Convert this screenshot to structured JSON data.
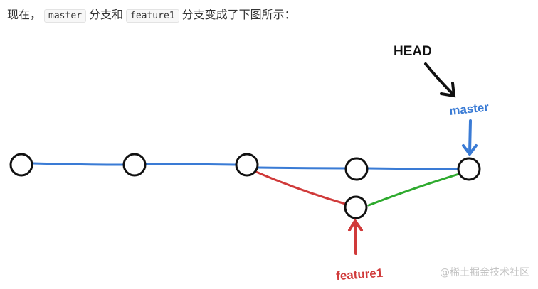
{
  "caption": {
    "prefix": "现在，",
    "code_master": "master",
    "middle": "分支和",
    "code_feature": "feature1",
    "suffix": "分支变成了下图所示："
  },
  "diagram": {
    "head_label": "HEAD",
    "master_label": "master",
    "feature_label": "feature1",
    "colors": {
      "master_line": "#3a7bd5",
      "feature_line": "#d03a3a",
      "merge_line": "#2eaa2e",
      "head_arrow": "#111111",
      "node_stroke": "#111111"
    }
  },
  "watermark": "@稀土掘金技术社区"
}
